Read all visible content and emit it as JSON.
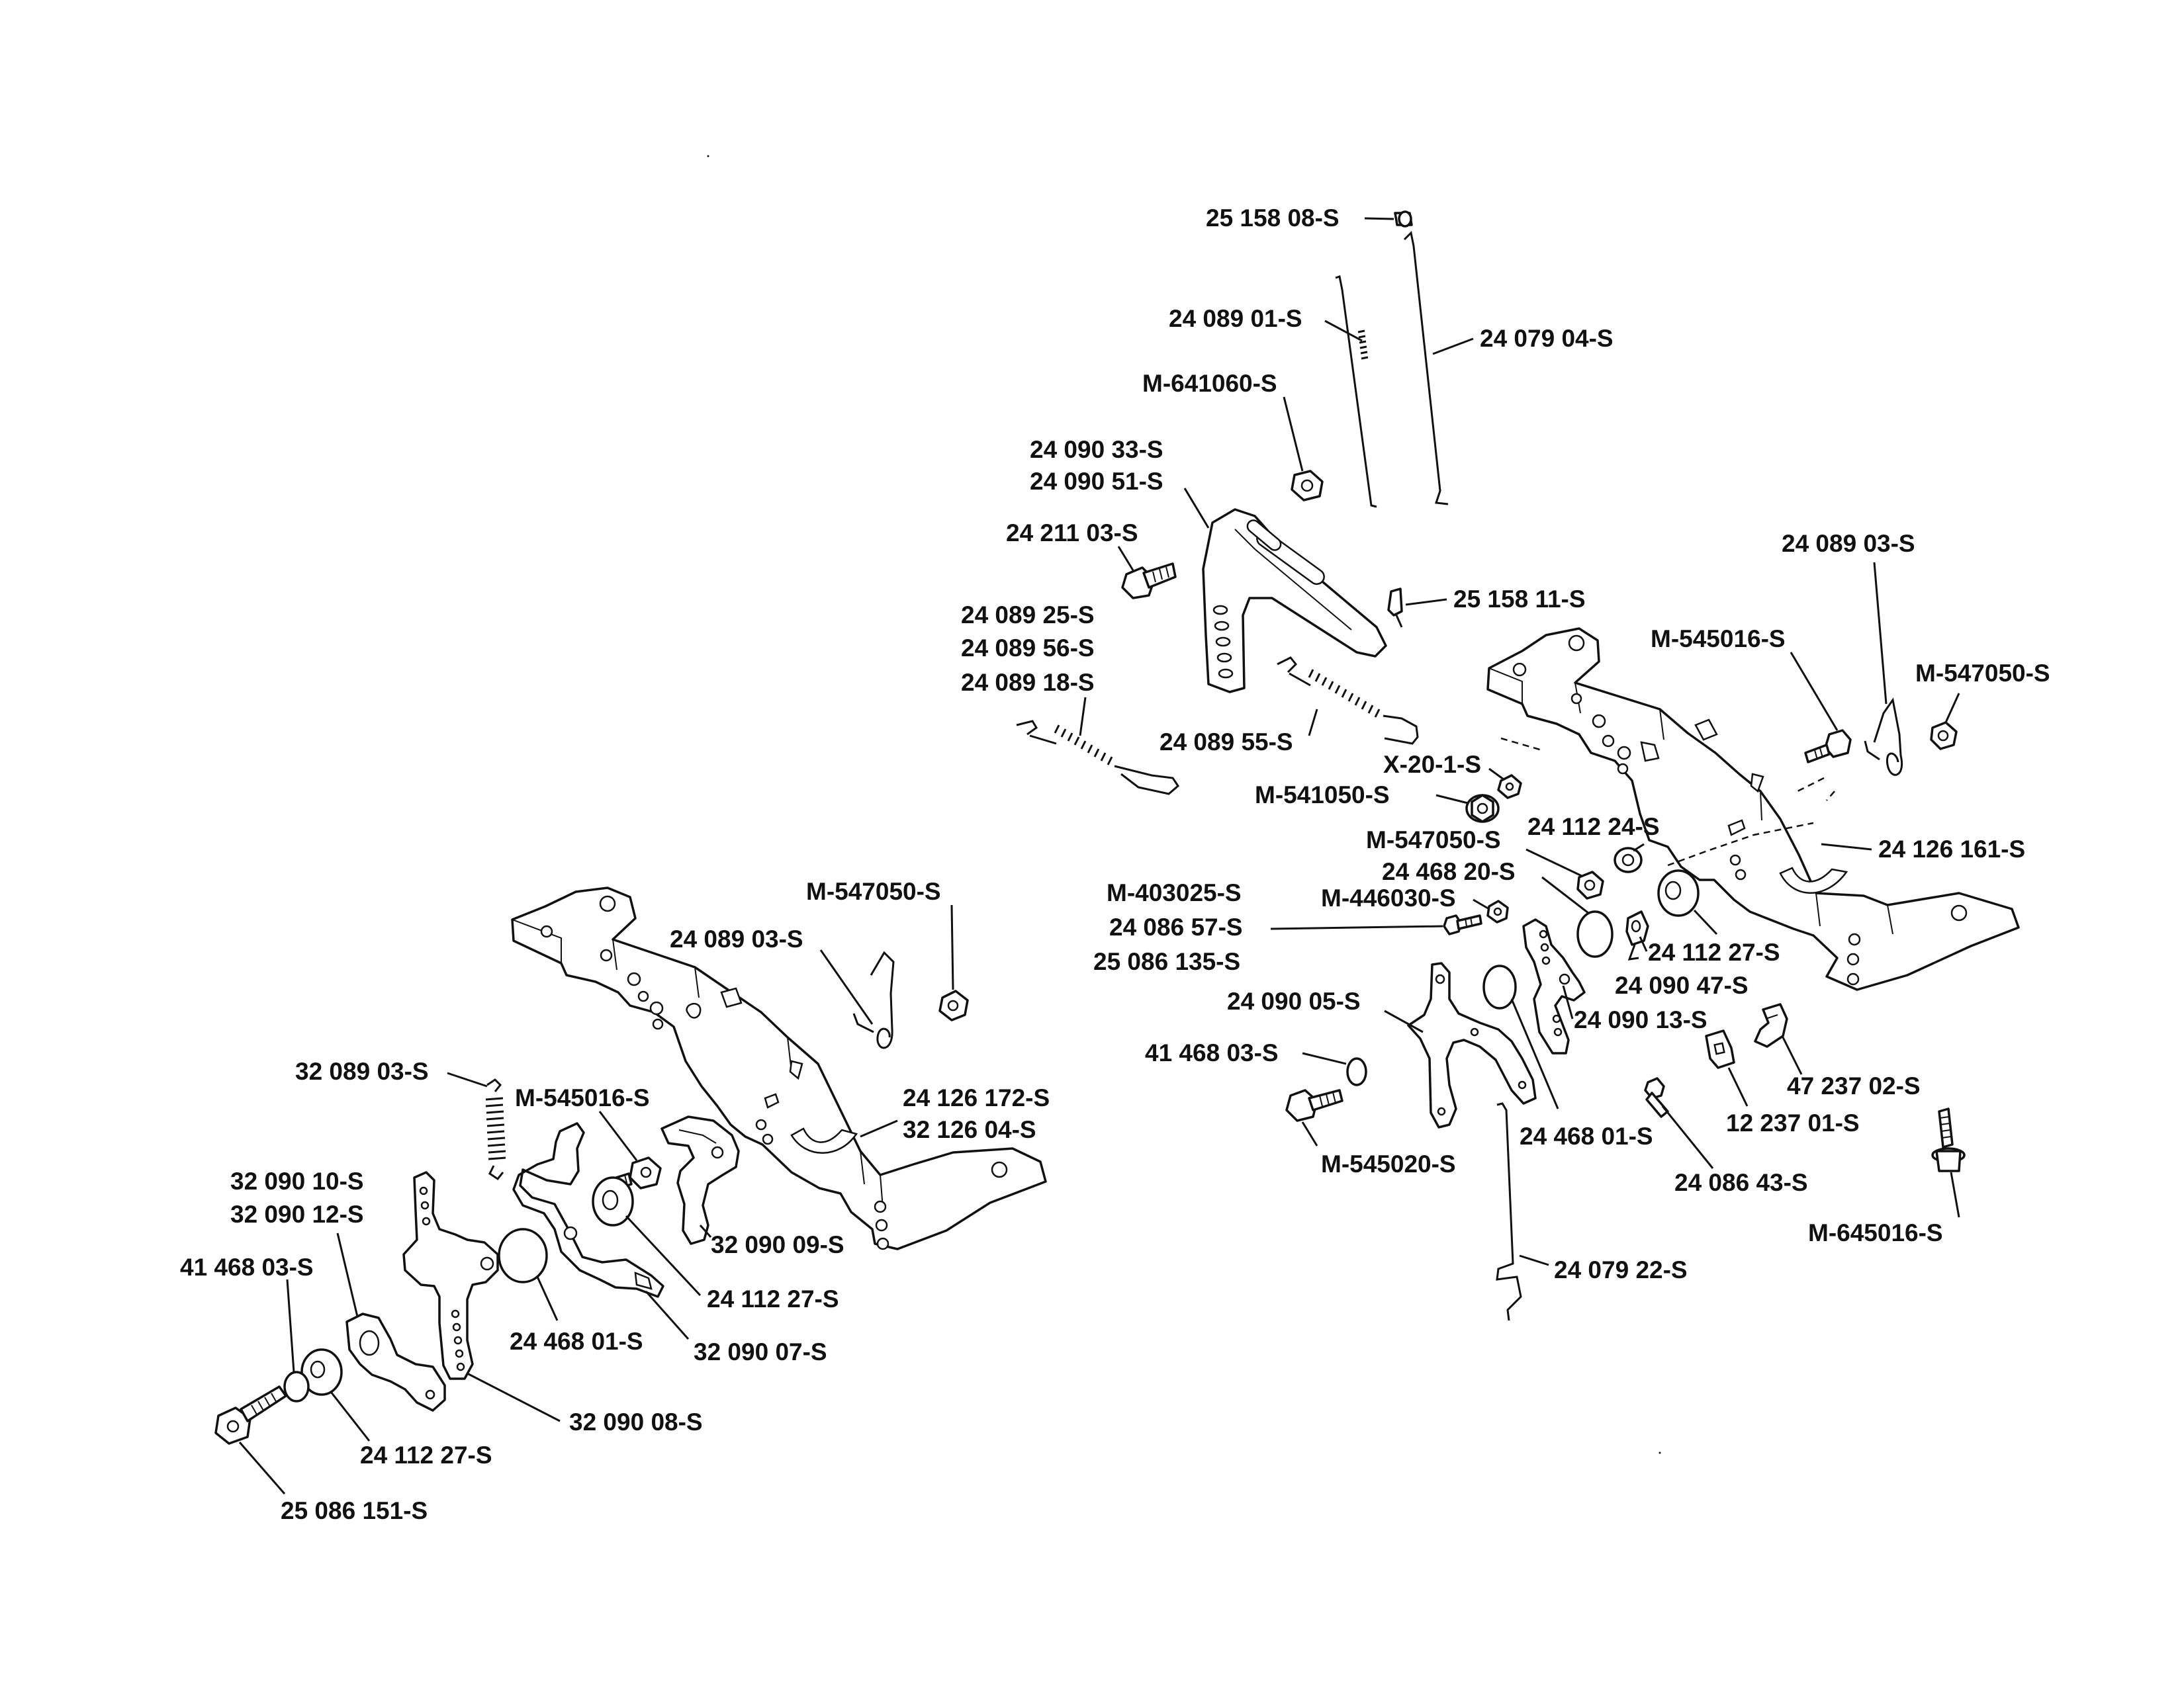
{
  "diagram": {
    "colors": {
      "ink": "#111111",
      "paper": "#ffffff"
    },
    "labels": {
      "l_25_158_08": "25 158 08-S",
      "l_24_089_01": "24 089 01-S",
      "l_24_079_04": "24 079 04-S",
      "l_m_641060": "M-641060-S",
      "l_24_090_33": "24 090 33-S",
      "l_24_090_51": "24 090 51-S",
      "l_24_211_03": "24 211 03-S",
      "l_25_158_11": "25 158 11-S",
      "l_24_089_25": "24 089 25-S",
      "l_24_089_56": "24 089 56-S",
      "l_24_089_18": "24 089 18-S",
      "l_24_089_55": "24 089 55-S",
      "l_24_089_03_r": "24 089 03-S",
      "l_m_545016_r": "M-545016-S",
      "l_m_547050_r1": "M-547050-S",
      "l_x_20_1": "X-20-1-S",
      "l_m_541050": "M-541050-S",
      "l_24_112_24": "24 112 24-S",
      "l_m_547050_r2": "M-547050-S",
      "l_24_126_161": "24 126 161-S",
      "l_24_468_20": "24 468 20-S",
      "l_m_403025": "M-403025-S",
      "l_m_446030": "M-446030-S",
      "l_24_086_57": "24 086 57-S",
      "l_25_086_135": "25 086 135-S",
      "l_24_112_27_r": "24 112 27-S",
      "l_24_090_47": "24 090 47-S",
      "l_24_090_05": "24 090 05-S",
      "l_24_090_13": "24 090 13-S",
      "l_41_468_03_r": "41 468 03-S",
      "l_47_237_02": "47 237 02-S",
      "l_12_237_01": "12 237 01-S",
      "l_24_468_01_r": "24 468 01-S",
      "l_m_545020": "M-545020-S",
      "l_24_086_43": "24 086 43-S",
      "l_m_645016": "M-645016-S",
      "l_24_079_22": "24 079 22-S",
      "l_m_547050_l": "M-547050-S",
      "l_24_089_03_l": "24 089 03-S",
      "l_32_089_03": "32 089 03-S",
      "l_m_545016_l": "M-545016-S",
      "l_24_126_172": "24 126 172-S",
      "l_32_126_04": "32 126 04-S",
      "l_32_090_10": "32 090 10-S",
      "l_32_090_12": "32 090 12-S",
      "l_32_090_09": "32 090 09-S",
      "l_41_468_03_l": "41 468 03-S",
      "l_24_112_27_l1": "24 112 27-S",
      "l_24_468_01_l": "24 468 01-S",
      "l_32_090_07": "32 090 07-S",
      "l_24_112_27_l2": "24 112 27-S",
      "l_32_090_08": "32 090 08-S",
      "l_25_086_151": "25 086 151-S"
    }
  }
}
